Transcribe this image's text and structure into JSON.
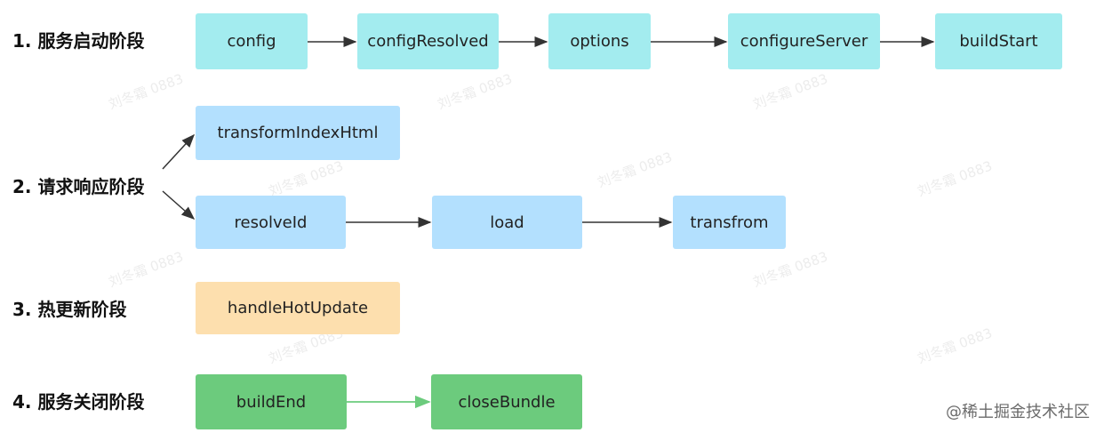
{
  "stages": [
    {
      "label": "1. 服务启动阶段"
    },
    {
      "label": "2. 请求响应阶段"
    },
    {
      "label": "3. 热更新阶段"
    },
    {
      "label": "4. 服务关闭阶段"
    }
  ],
  "hooks": {
    "startup": [
      "config",
      "configResolved",
      "options",
      "configureServer",
      "buildStart"
    ],
    "request_top": "transformIndexHtml",
    "request_chain": [
      "resolveId",
      "load",
      "transfrom"
    ],
    "hot_update": "handleHotUpdate",
    "shutdown": [
      "buildEnd",
      "closeBundle"
    ]
  },
  "watermark": "刘冬霜 0883",
  "credit": "@稀土掘金技术社区",
  "colors": {
    "startup": "#a3ecef",
    "request": "#b3e0fe",
    "hot_update": "#fddfae",
    "shutdown": "#6ccb7d",
    "arrow": "#333333",
    "shutdown_arrow": "#6ccb7d"
  }
}
